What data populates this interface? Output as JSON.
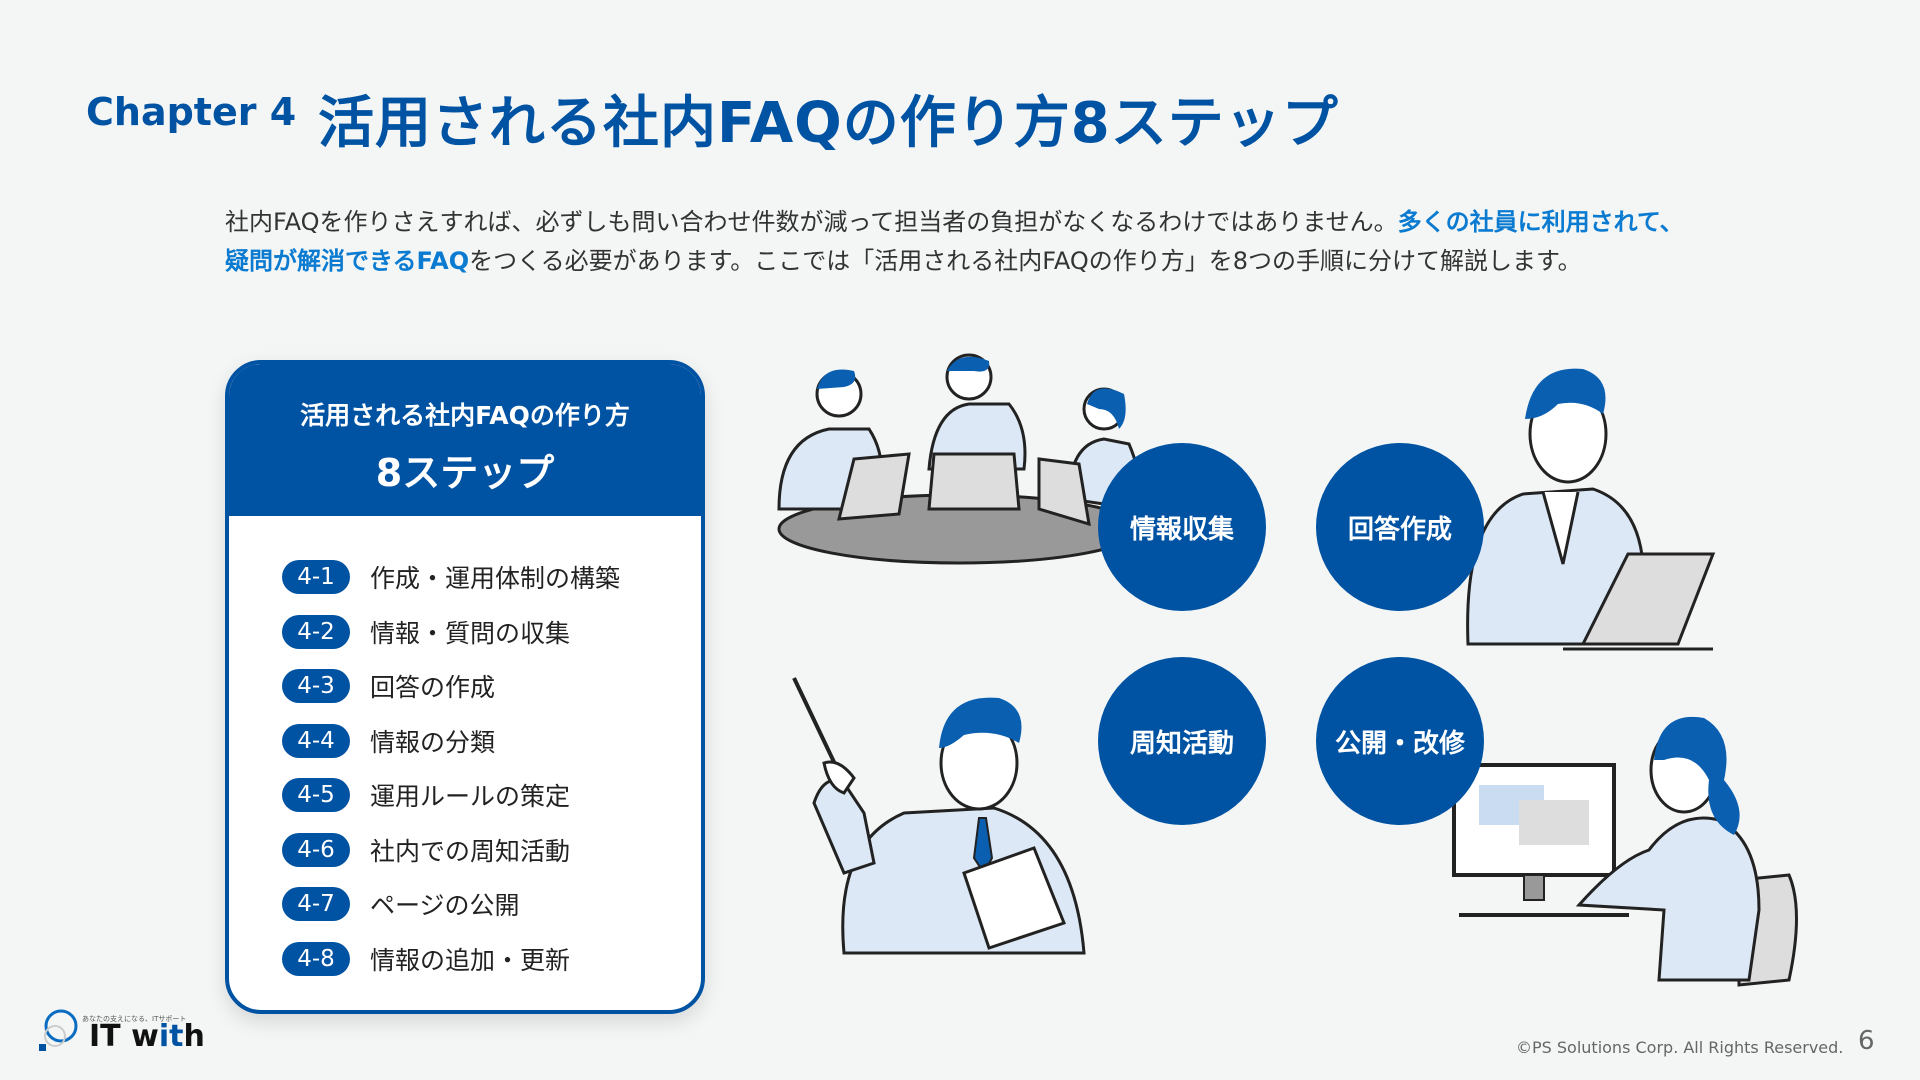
{
  "header": {
    "chapter": "Chapter 4",
    "title": "活用される社内FAQの作り方8ステップ"
  },
  "intro": {
    "part1": "社内FAQを作りさえすれば、必ずしも問い合わせ件数が減って担当者の負担がなくなるわけではありません。",
    "highlight": "多くの社員に利用されて、疑問が解消できるFAQ",
    "part2": "をつくる必要があります。ここでは「活用される社内FAQの作り方」を8つの手順に分けて解説します。"
  },
  "card": {
    "title_line1": "活用される社内FAQの作り方",
    "title_line2": "8ステップ",
    "steps": [
      {
        "num": "4-1",
        "label": "作成・運用体制の構築"
      },
      {
        "num": "4-2",
        "label": "情報・質問の収集"
      },
      {
        "num": "4-3",
        "label": "回答の作成"
      },
      {
        "num": "4-4",
        "label": "情報の分類"
      },
      {
        "num": "4-5",
        "label": "運用ルールの策定"
      },
      {
        "num": "4-6",
        "label": "社内での周知活動"
      },
      {
        "num": "4-7",
        "label": "ページの公開"
      },
      {
        "num": "4-8",
        "label": "情報の追加・更新"
      }
    ]
  },
  "circles": [
    "情報収集",
    "回答作成",
    "周知活動",
    "公開・改修"
  ],
  "logo": {
    "tagline": "あなたの支えになる、ITサポート",
    "name_a": "IT",
    "name_b": "w",
    "name_c": "it",
    "name_d": "h"
  },
  "footer": {
    "copyright": "©PS Solutions Corp. All Rights Reserved.",
    "page": "6"
  },
  "colors": {
    "primary": "#0052a2",
    "highlight": "#0a7bd0",
    "background": "#f4f6f6"
  }
}
